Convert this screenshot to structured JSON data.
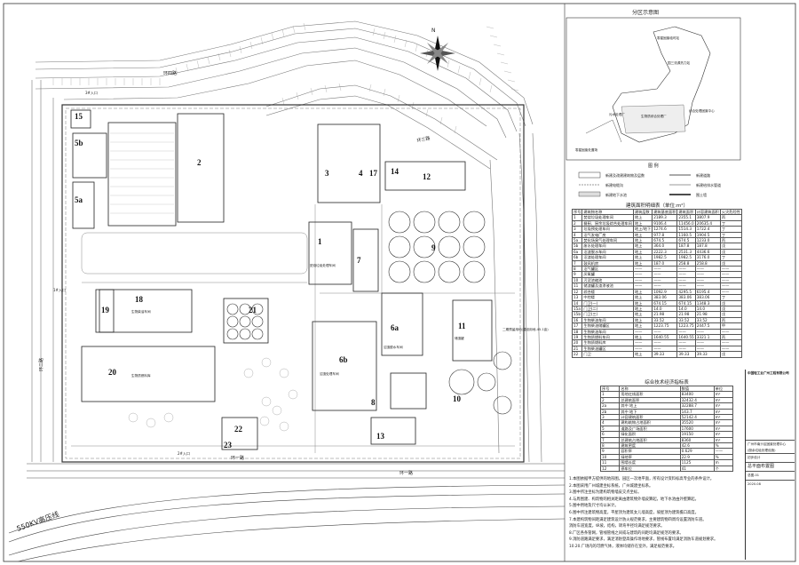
{
  "index_map": {
    "title": "分区示意图",
    "labels": [
      "零星固废临时站",
      "国三流源热力站",
      "污水处理厂",
      "生物质综合处理厂",
      "综合处理固废中心",
      "零星固废处置场"
    ]
  },
  "legend": {
    "title": "图 例",
    "items": [
      "新建及改建建筑物及层数",
      "新建道路",
      "新建电缆沟",
      "新建给排水管道",
      "新建地下水池",
      "围土墙"
    ]
  },
  "building_table": {
    "title": "建筑面积明细表（单位:m²）",
    "headers": [
      "序号",
      "建筑物名称",
      "建筑层数",
      "建筑基底面积",
      "建筑面积",
      "计容建筑面积",
      "火灾危险性"
    ],
    "rows": [
      [
        "1",
        "焚烧垃圾处理车间",
        "地上",
        "2189.3",
        "2355.1",
        "3807.9",
        "丙"
      ],
      [
        "2",
        "餐厨、厨余垃圾综合处理车间",
        "地上",
        "9106.4",
        "11456.0",
        "20635.4",
        "丁"
      ],
      [
        "3",
        "垃圾预处理车间",
        "地上/地下",
        "1274.6",
        "1514.3",
        "1722.4",
        "丁"
      ],
      [
        "4",
        "沼气发电厂房",
        "地上",
        "977.8",
        "1160.5",
        "1904.5",
        "丁"
      ],
      [
        "5a",
        "焚化场臭气处理车间",
        "地上",
        "674.5",
        "674.5",
        "1233.0",
        "丙"
      ],
      [
        "5b",
        "废水处理车间",
        "地上",
        "364.0",
        "187.8",
        "187.8",
        "戊"
      ],
      [
        "6a",
        "沼渣脱水车间",
        "地上",
        "2222.3",
        "2531.3",
        "4436.6",
        "戊"
      ],
      [
        "6b",
        "沼渣处理车间",
        "地上",
        "1982.5",
        "1982.5",
        "3176.0",
        "丁"
      ],
      [
        "7",
        "鼓风机房",
        "地上",
        "187.0",
        "258.8",
        "258.8",
        "戊"
      ],
      [
        "8",
        "沼气罐区",
        "——",
        "——",
        "——",
        "——",
        "——"
      ],
      [
        "9",
        "厌氧罐",
        "——",
        "——",
        "——",
        "——",
        "——"
      ],
      [
        "10",
        "污泥浓缩池",
        "——",
        "——",
        "——",
        "——",
        "——"
      ],
      [
        "11",
        "储渣罐及渣渗液池",
        "——",
        "——",
        "——",
        "——",
        "——"
      ],
      [
        "12",
        "综合楼",
        "地上",
        "1092.9",
        "4295.5",
        "6195.4",
        "——"
      ],
      [
        "13",
        "中控楼",
        "地上",
        "383.06",
        "383.06",
        "383.06",
        "丁"
      ],
      [
        "14",
        "门卫(一)",
        "地上",
        "674.15",
        "674.15",
        "1348.3",
        "戊"
      ],
      [
        "15a",
        "门卫(二)",
        "地上",
        "14.0",
        "14.0",
        "14.0",
        "戊"
      ],
      [
        "15b",
        "门卫(三)",
        "地上",
        "21.98",
        "21.98",
        "21.98",
        "戊"
      ],
      [
        "16",
        "生物柴油车间",
        "地上",
        "33.52",
        "33.52",
        "33.52",
        "丙"
      ],
      [
        "17",
        "生物柴油储罐区",
        "地上",
        "1223.75",
        "1223.75",
        "2447.5",
        "甲"
      ],
      [
        "18",
        "生物柴油车间",
        "——",
        "——",
        "——",
        "——",
        "——"
      ],
      [
        "19",
        "生物质燃料车间",
        "地上",
        "1640.55",
        "1640.55",
        "3321.1",
        "丙"
      ],
      [
        "20",
        "生物质燃料库",
        "——",
        "——",
        "——",
        "——",
        "——"
      ],
      [
        "21",
        "生物柴油罐区",
        "——",
        "——",
        "——",
        "——",
        "——"
      ],
      [
        "22",
        "门卫",
        "地上",
        "39.33",
        "39.33",
        "39.33",
        "戊"
      ]
    ]
  },
  "tech_table": {
    "title": "综合技术经济指标表",
    "headers": [
      "序号",
      "名称",
      "数值",
      "单位"
    ],
    "rows": [
      [
        "1",
        "用地红线面积",
        "83400",
        "m²"
      ],
      [
        "2",
        "总建筑面积",
        "32432.4",
        "m²"
      ],
      [
        "2a",
        "其中 地上",
        "32288.7",
        "m²"
      ],
      [
        "2b",
        "其中 地下",
        "143.7",
        "m²"
      ],
      [
        "3",
        "计容建筑面积",
        "52142.4",
        "m²"
      ],
      [
        "4",
        "建构筑物占地面积",
        "35520",
        "m²"
      ],
      [
        "5",
        "道路及广场面积",
        "17600",
        "m²"
      ],
      [
        "6",
        "绿化面积",
        "19150",
        "m²"
      ],
      [
        "7",
        "总建筑占地面积",
        "8360",
        "m²"
      ],
      [
        "8",
        "建筑密度",
        "42.6",
        "%"
      ],
      [
        "9",
        "容积率",
        "0.629",
        "——"
      ],
      [
        "10",
        "绿地率",
        "22.9",
        "%"
      ],
      [
        "11",
        "围墙长度",
        "1125",
        "m"
      ],
      [
        "12",
        "停车位",
        "41",
        "个"
      ]
    ]
  },
  "notes": [
    "1.本图依据甲方提供的地形图，园区一次地平面，所有设计资料标高专业的条件设计。",
    "2.本图采用广州城建坐标系统，广州城建坐标系。",
    "3.图中所注坐标为建构筑物墙皮交点坐标。",
    "4.与周围建、构筑物的相关距离由建筑物外墙皮算起，地下水池由外壁算起。",
    "5.图中用地及尺寸均以米计。",
    "6.图中所注建筑物高度，平屋顶为建筑女儿墙高度，坡屋顶为建筑檐口高度。",
    "7.本建构筑物间距满足建筑设计防火规范要求，主要建筑物四周均设置消防车道。",
    "消防车道宽度，纵坡，结构，转弯半径均满足规范要求。",
    "8.厂区各条管网，管线管线之间或与建筑的间距均满足规范的要求。",
    "9.消防道路满足要求，满足消防登高操作场地要求，管线布置均满足消防车道规划要求。",
    "10.20.广场内的可燃气体，液体均储存在室外，满足规范要求。"
  ],
  "title_block": {
    "company": "中国轻工业广州工程有限公司",
    "project": "广州市南沙区固废处理中心",
    "subproject": "(厨余垃圾处理设施)",
    "drawing": "总平面布置图",
    "stage": "初步设计",
    "sheet_no": "总图-01",
    "date": "2020.08"
  },
  "plan": {
    "zones": [
      {
        "no": "1",
        "name": "焚烧垃圾处理车间"
      },
      {
        "no": "2",
        "name": ""
      },
      {
        "no": "3",
        "name": ""
      },
      {
        "no": "4",
        "name": ""
      },
      {
        "no": "5a",
        "name": ""
      },
      {
        "no": "5b",
        "name": ""
      },
      {
        "no": "6a",
        "name": "沼渣脱水车间"
      },
      {
        "no": "6b",
        "name": "沼渣处理车间"
      },
      {
        "no": "7",
        "name": ""
      },
      {
        "no": "8",
        "name": ""
      },
      {
        "no": "9",
        "name": ""
      },
      {
        "no": "10",
        "name": ""
      },
      {
        "no": "11",
        "name": "储渣罐"
      },
      {
        "no": "12",
        "name": ""
      },
      {
        "no": "13",
        "name": ""
      },
      {
        "no": "14",
        "name": ""
      },
      {
        "no": "15",
        "name": ""
      },
      {
        "no": "17",
        "name": ""
      },
      {
        "no": "18",
        "name": "生物柴油车间"
      },
      {
        "no": "19",
        "name": ""
      },
      {
        "no": "20",
        "name": "生物质燃料库"
      },
      {
        "no": "21",
        "name": ""
      },
      {
        "no": "22",
        "name": ""
      },
      {
        "no": "23",
        "name": ""
      }
    ],
    "road_labels": [
      "环一路",
      "环一路",
      "环二路",
      "环三路",
      "环四路"
    ],
    "river_label": "550KV高压线",
    "gate_labels": [
      "1#入口",
      "2#入口",
      "3#入口"
    ],
    "reserve_label": "二期预留用地(建设用地-45.1亩)",
    "north": "N"
  },
  "colors": {
    "line": "#333333",
    "road": "#777777",
    "hatch": "#999999"
  }
}
